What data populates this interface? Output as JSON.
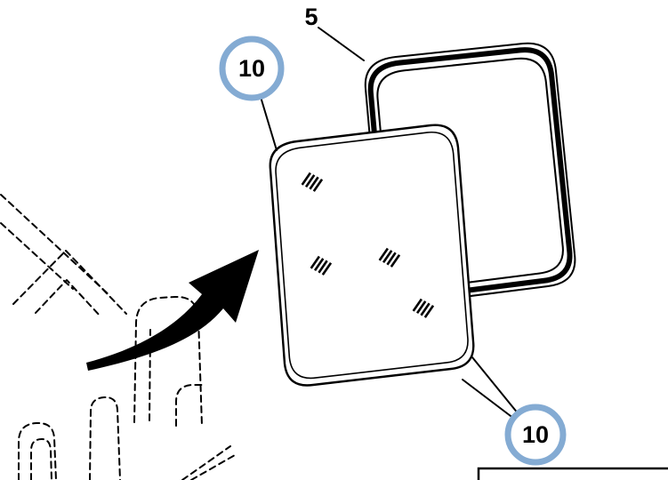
{
  "figure": {
    "background": "#ffffff",
    "line_color": "#000000",
    "callout_circle_color": "#84abd3",
    "callouts": {
      "seal": {
        "label": "5"
      },
      "glass_top": {
        "label": "10"
      },
      "glass_bottom": {
        "label": "10"
      }
    }
  }
}
